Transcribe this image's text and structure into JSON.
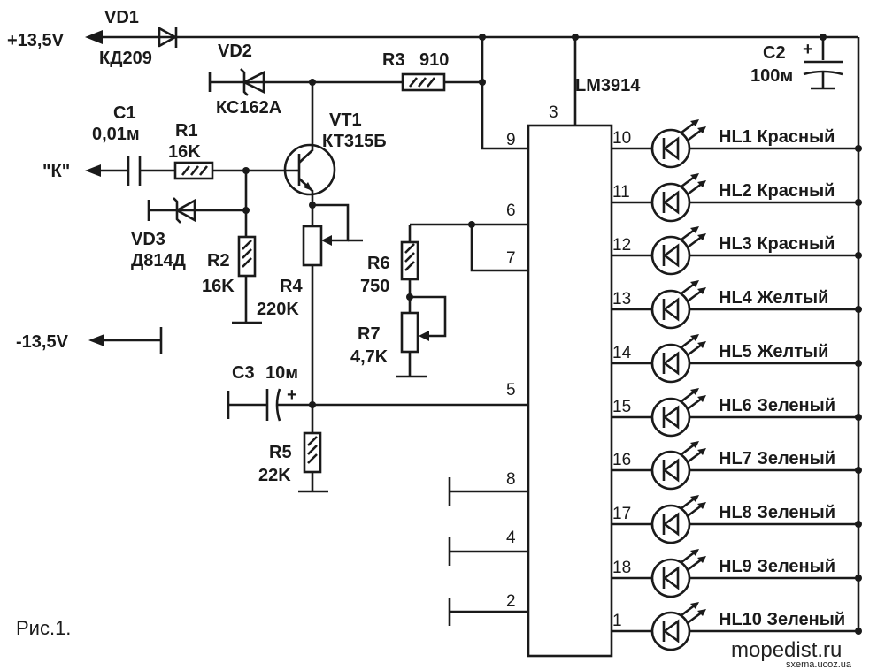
{
  "supply": {
    "positive": "+13,5V",
    "negative": "-13,5V"
  },
  "input_label": "\"К\"",
  "figure_caption": "Рис.1.",
  "watermark": {
    "main": "mopedist.ru",
    "small": "sxema.ucoz.ua"
  },
  "ic": {
    "name": "LM3914",
    "pins": {
      "p3": "3",
      "p9": "9",
      "p6": "6",
      "p7": "7",
      "p5": "5",
      "p8": "8",
      "p4": "4",
      "p2": "2"
    }
  },
  "components": {
    "vd1": {
      "ref": "VD1",
      "type": "КД209"
    },
    "vd2": {
      "ref": "VD2",
      "type": "КС162А"
    },
    "vd3": {
      "ref": "VD3",
      "type": "Д814Д"
    },
    "vt1": {
      "ref": "VT1",
      "type": "КТ315Б"
    },
    "c1": {
      "ref": "C1",
      "value": "0,01м"
    },
    "c2": {
      "ref": "C2",
      "value": "100м",
      "polarity": "+"
    },
    "c3": {
      "ref": "C3",
      "value": "10м",
      "polarity": "+"
    },
    "r1": {
      "ref": "R1",
      "value": "16K"
    },
    "r2": {
      "ref": "R2",
      "value": "16K"
    },
    "r3": {
      "ref": "R3",
      "value": "910"
    },
    "r4": {
      "ref": "R4",
      "value": "220K"
    },
    "r5": {
      "ref": "R5",
      "value": "22K"
    },
    "r6": {
      "ref": "R6",
      "value": "750"
    },
    "r7": {
      "ref": "R7",
      "value": "4,7K"
    }
  },
  "leds": [
    {
      "pin": "10",
      "ref": "HL1",
      "color": "Красный"
    },
    {
      "pin": "11",
      "ref": "HL2",
      "color": "Красный"
    },
    {
      "pin": "12",
      "ref": "HL3",
      "color": "Красный"
    },
    {
      "pin": "13",
      "ref": "HL4",
      "color": "Желтый"
    },
    {
      "pin": "14",
      "ref": "HL5",
      "color": "Желтый"
    },
    {
      "pin": "15",
      "ref": "HL6",
      "color": "Зеленый"
    },
    {
      "pin": "16",
      "ref": "HL7",
      "color": "Зеленый"
    },
    {
      "pin": "17",
      "ref": "HL8",
      "color": "Зеленый"
    },
    {
      "pin": "18",
      "ref": "HL9",
      "color": "Зеленый"
    },
    {
      "pin": "1",
      "ref": "HL10",
      "color": "Зеленый"
    }
  ]
}
